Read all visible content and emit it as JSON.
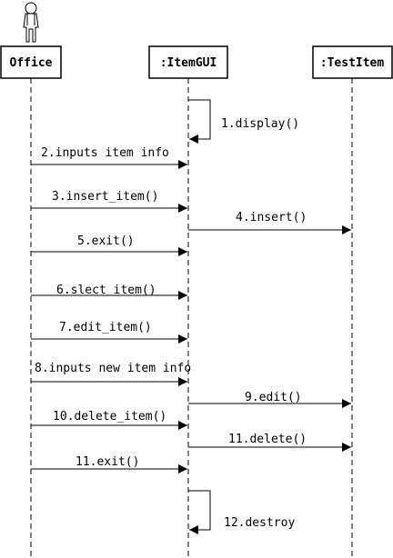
{
  "diagram": {
    "participants": [
      {
        "label": "Office",
        "kind": "actor"
      },
      {
        "label": ":ItemGUI",
        "kind": "object"
      },
      {
        "label": ":TestItem",
        "kind": "object"
      }
    ],
    "messages": [
      {
        "label": "1.display()",
        "from": 1,
        "to": 1,
        "self": true
      },
      {
        "label": "2.inputs item info",
        "from": 0,
        "to": 1
      },
      {
        "label": "3.insert_item()",
        "from": 0,
        "to": 1
      },
      {
        "label": "4.insert()",
        "from": 1,
        "to": 2
      },
      {
        "label": "5.exit()",
        "from": 0,
        "to": 1
      },
      {
        "label": "6.slect item()",
        "from": 0,
        "to": 1
      },
      {
        "label": "7.edit_item()",
        "from": 0,
        "to": 1
      },
      {
        "label": "8.inputs new item info",
        "from": 0,
        "to": 1
      },
      {
        "label": "9.edit()",
        "from": 1,
        "to": 2
      },
      {
        "label": "10.delete_item()",
        "from": 0,
        "to": 1
      },
      {
        "label": "11.delete()",
        "from": 1,
        "to": 2
      },
      {
        "label": "11.exit()",
        "from": 0,
        "to": 1
      },
      {
        "label": "12.destroy",
        "from": 1,
        "to": 1,
        "self": true
      }
    ]
  }
}
